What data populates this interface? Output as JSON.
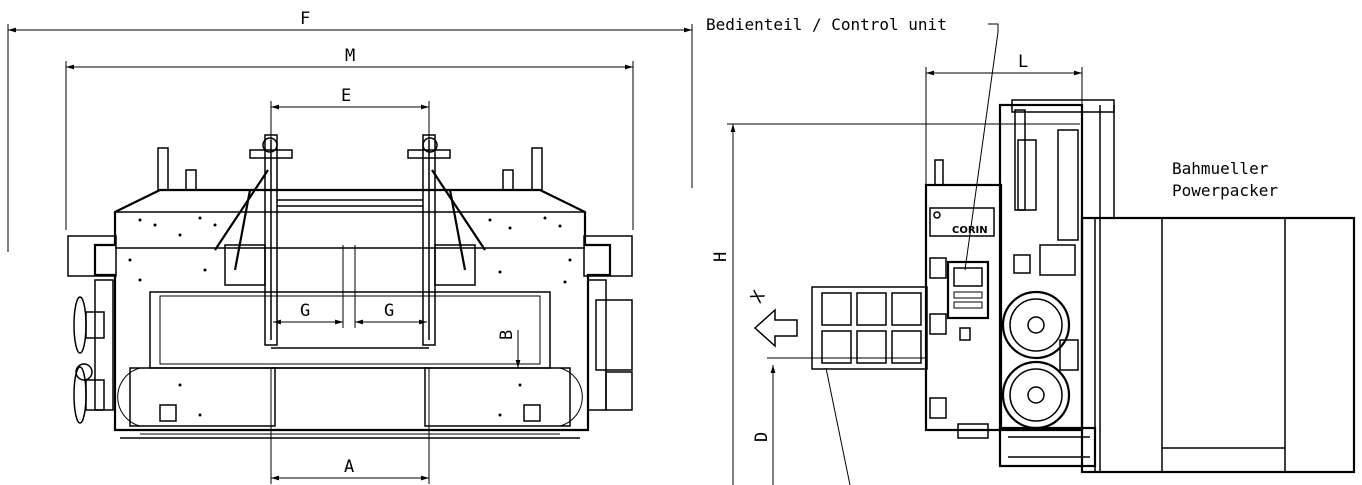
{
  "dimensions": {
    "F": "F",
    "M": "M",
    "E": "E",
    "G_left": "G",
    "G_right": "G",
    "A": "A",
    "B": "B",
    "H": "H",
    "D": "D",
    "L": "L",
    "X": "X"
  },
  "labels": {
    "control_unit": "Bedienteil / Control unit",
    "powerpacker_line1": "Bahmueller",
    "powerpacker_line2": "Powerpacker"
  },
  "logo": {
    "brand": "CORIN"
  }
}
